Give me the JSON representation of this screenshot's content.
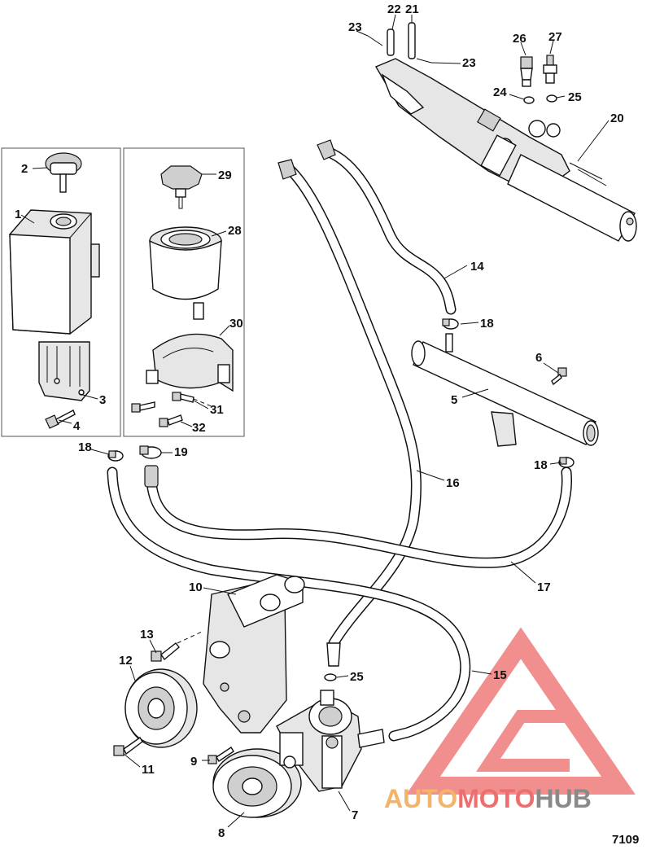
{
  "figure_number": "7109",
  "watermark": {
    "text": "AUTOMOTOHUB",
    "part1": "AUTO",
    "part2": "MOTO",
    "part3": "HUB",
    "colors": {
      "auto": "#f3b46a",
      "moto": "#ef6d6d",
      "hub": "#8a8a8a",
      "logo": "#ef7b7b"
    }
  },
  "callouts": {
    "c1": "1",
    "c2": "2",
    "c3": "3",
    "c4": "4",
    "c5": "5",
    "c6": "6",
    "c7": "7",
    "c8": "8",
    "c9": "9",
    "c10": "10",
    "c11": "11",
    "c12": "12",
    "c13": "13",
    "c14": "14",
    "c15": "15",
    "c16": "16",
    "c17": "17",
    "c18a": "18",
    "c18b": "18",
    "c18c": "18",
    "c19": "19",
    "c20": "20",
    "c21": "21",
    "c22": "22",
    "c23a": "23",
    "c23b": "23",
    "c24": "24",
    "c25a": "25",
    "c25b": "25",
    "c26": "26",
    "c27": "27",
    "c28": "28",
    "c29": "29",
    "c30": "30",
    "c31": "31",
    "c32": "32"
  }
}
